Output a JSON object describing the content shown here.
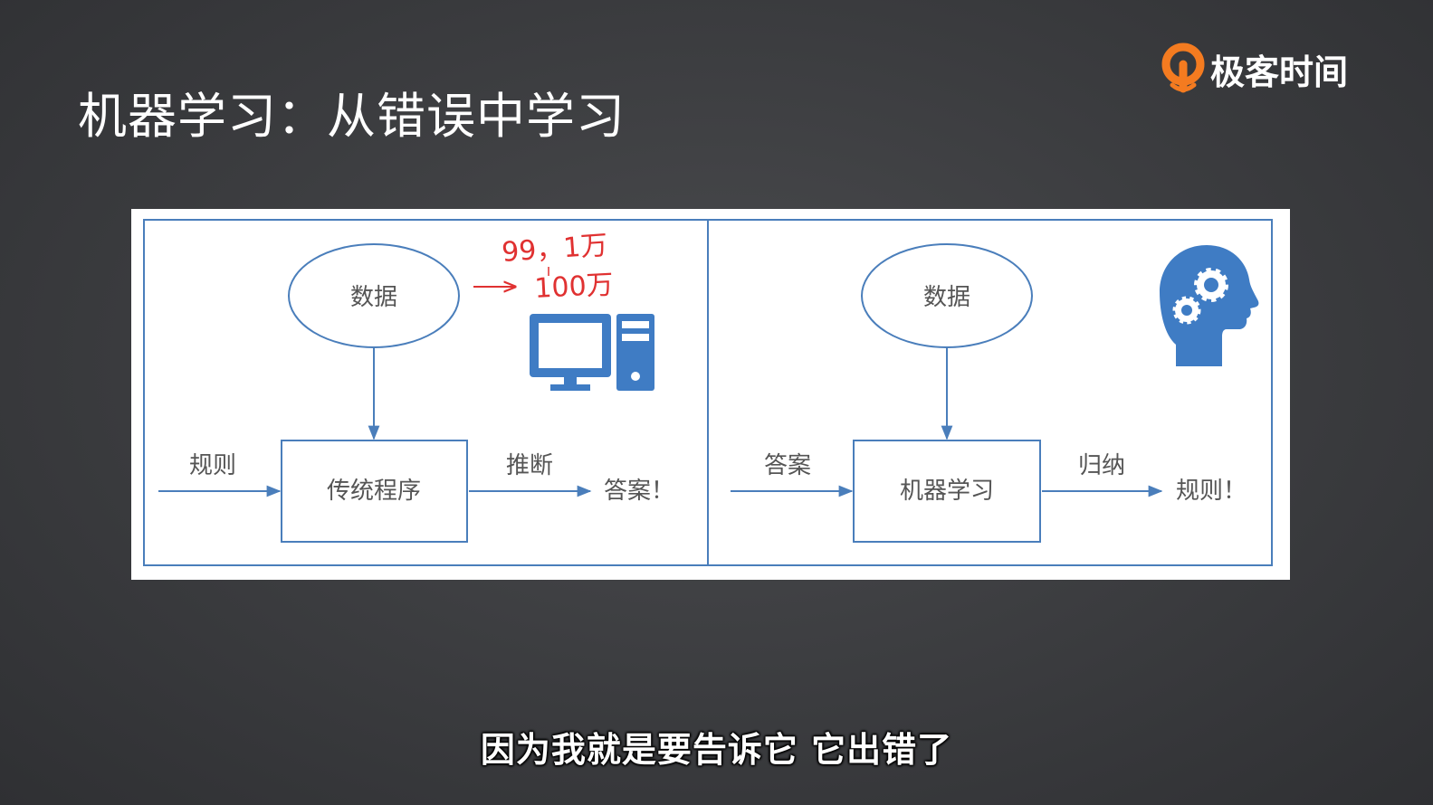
{
  "slide": {
    "title": "机器学习：从错误中学习",
    "subtitle": "因为我就是要告诉它 它出错了"
  },
  "brand": {
    "name": "极客时间",
    "logo_icon": "geektime-logo-icon",
    "accent_color": "#f47b20"
  },
  "diagram": {
    "line_color": "#4a7ebb",
    "icon_color": "#3f7cc4",
    "left_panel": {
      "data_node": "数据",
      "process_node": "传统程序",
      "input_label": "规则",
      "output_action": "推断",
      "output": "答案！",
      "icon": "desktop-computer-icon",
      "annotation": {
        "color": "#e03131",
        "line1": "99，1万",
        "line2": "100万"
      }
    },
    "right_panel": {
      "data_node": "数据",
      "process_node": "机器学习",
      "input_label": "答案",
      "output_action": "归纳",
      "output": "规则！",
      "icon": "head-gears-icon"
    }
  }
}
